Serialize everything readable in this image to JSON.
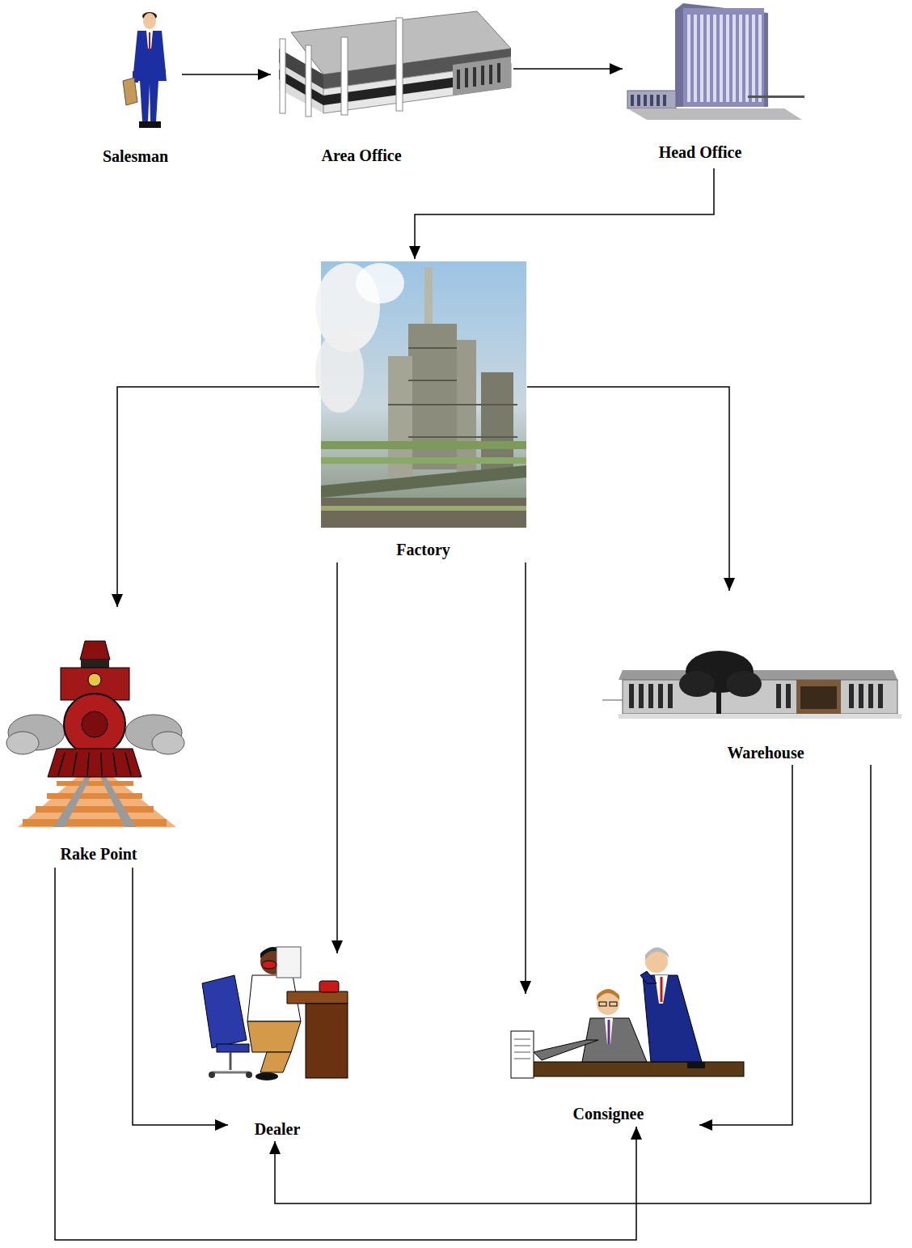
{
  "diagram": {
    "nodes": [
      {
        "text": [
          "Salesman"
        ]
      },
      {
        "text": [
          "Area Office"
        ]
      },
      {
        "text": [
          "Head Office"
        ]
      },
      {
        "text": [
          "Factory"
        ]
      },
      {
        "text": [
          "Rake Point"
        ]
      },
      {
        "text": [
          "Warehouse"
        ]
      },
      {
        "text": [
          "Dealer"
        ]
      },
      {
        "text": [
          "Consignee"
        ]
      }
    ],
    "edges": [
      {
        "from": 0,
        "to": 1,
        "arrow": "to"
      },
      {
        "from": 1,
        "to": 2,
        "arrow": "to"
      },
      {
        "from": 2,
        "to": 3,
        "arrow": "to"
      },
      {
        "from": 3,
        "to": 4,
        "arrow": "to"
      },
      {
        "from": 3,
        "to": 5,
        "arrow": "to"
      },
      {
        "from": 3,
        "to": 6,
        "arrow": "to"
      },
      {
        "from": 3,
        "to": 7,
        "arrow": "to"
      },
      {
        "from": 4,
        "to": 6,
        "arrow": "to"
      },
      {
        "from": 4,
        "to": 7,
        "arrow": "to"
      },
      {
        "from": 5,
        "to": 7,
        "arrow": "to"
      },
      {
        "from": 5,
        "to": 6,
        "arrow": "to"
      }
    ]
  }
}
